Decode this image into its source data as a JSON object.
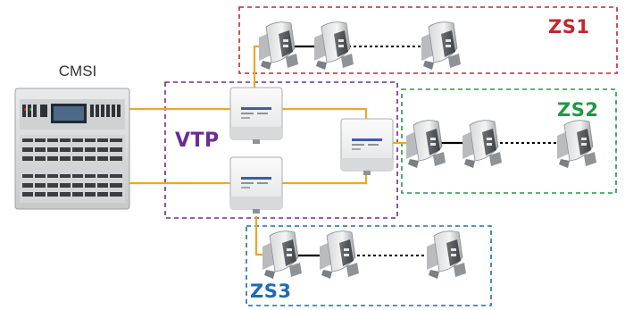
{
  "cmsi": {
    "label": "CMSI"
  },
  "vtp": {
    "label": "VTP",
    "color": "#6a2d91"
  },
  "zones": [
    {
      "label": "ZS1",
      "color": "#c0282d"
    },
    {
      "label": "ZS2",
      "color": "#1e9a43"
    },
    {
      "label": "ZS3",
      "color": "#1f6bb5"
    }
  ],
  "wire_color": "#f0a52a",
  "icons": {
    "controller": "control-panel-icon",
    "module": "junction-module-icon",
    "damper": "damper-actuator-icon"
  }
}
